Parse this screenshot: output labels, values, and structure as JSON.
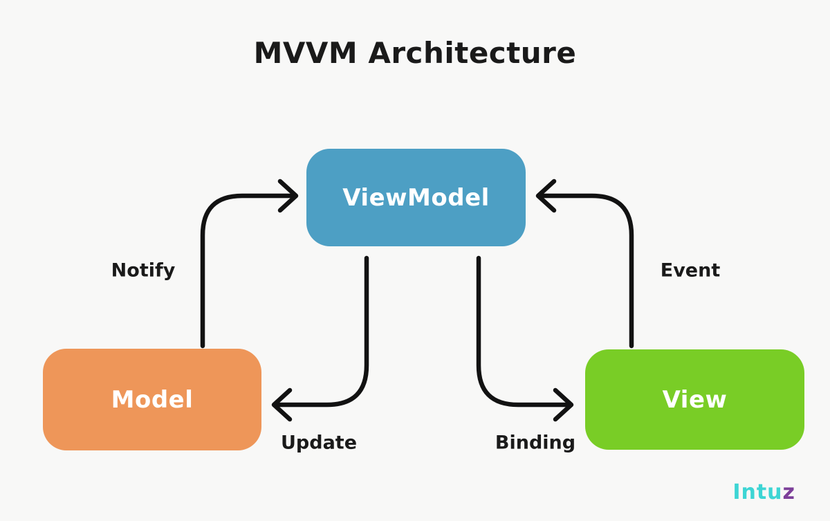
{
  "title": "MVVM Architecture",
  "nodes": [
    {
      "id": "viewmodel",
      "label": "ViewModel",
      "color": "#4D9FC4"
    },
    {
      "id": "model",
      "label": "Model",
      "color": "#EE9659"
    },
    {
      "id": "view",
      "label": "View",
      "color": "#79CD26"
    }
  ],
  "edges": [
    {
      "label": "Notify",
      "from": "model",
      "to": "viewmodel"
    },
    {
      "label": "Update",
      "from": "viewmodel",
      "to": "model"
    },
    {
      "label": "Event",
      "from": "view",
      "to": "viewmodel"
    },
    {
      "label": "Binding",
      "from": "viewmodel",
      "to": "view"
    }
  ],
  "logo": {
    "text_main": "Intu",
    "text_accent": "z",
    "color_main": "#3DD5D4",
    "color_accent": "#7C3F99"
  },
  "colors": {
    "background": "#F8F8F7",
    "arrow": "#121212",
    "title_text": "#1A1A1A",
    "label_text": "#1A1A1A",
    "node_text": "#FFFFFF"
  }
}
